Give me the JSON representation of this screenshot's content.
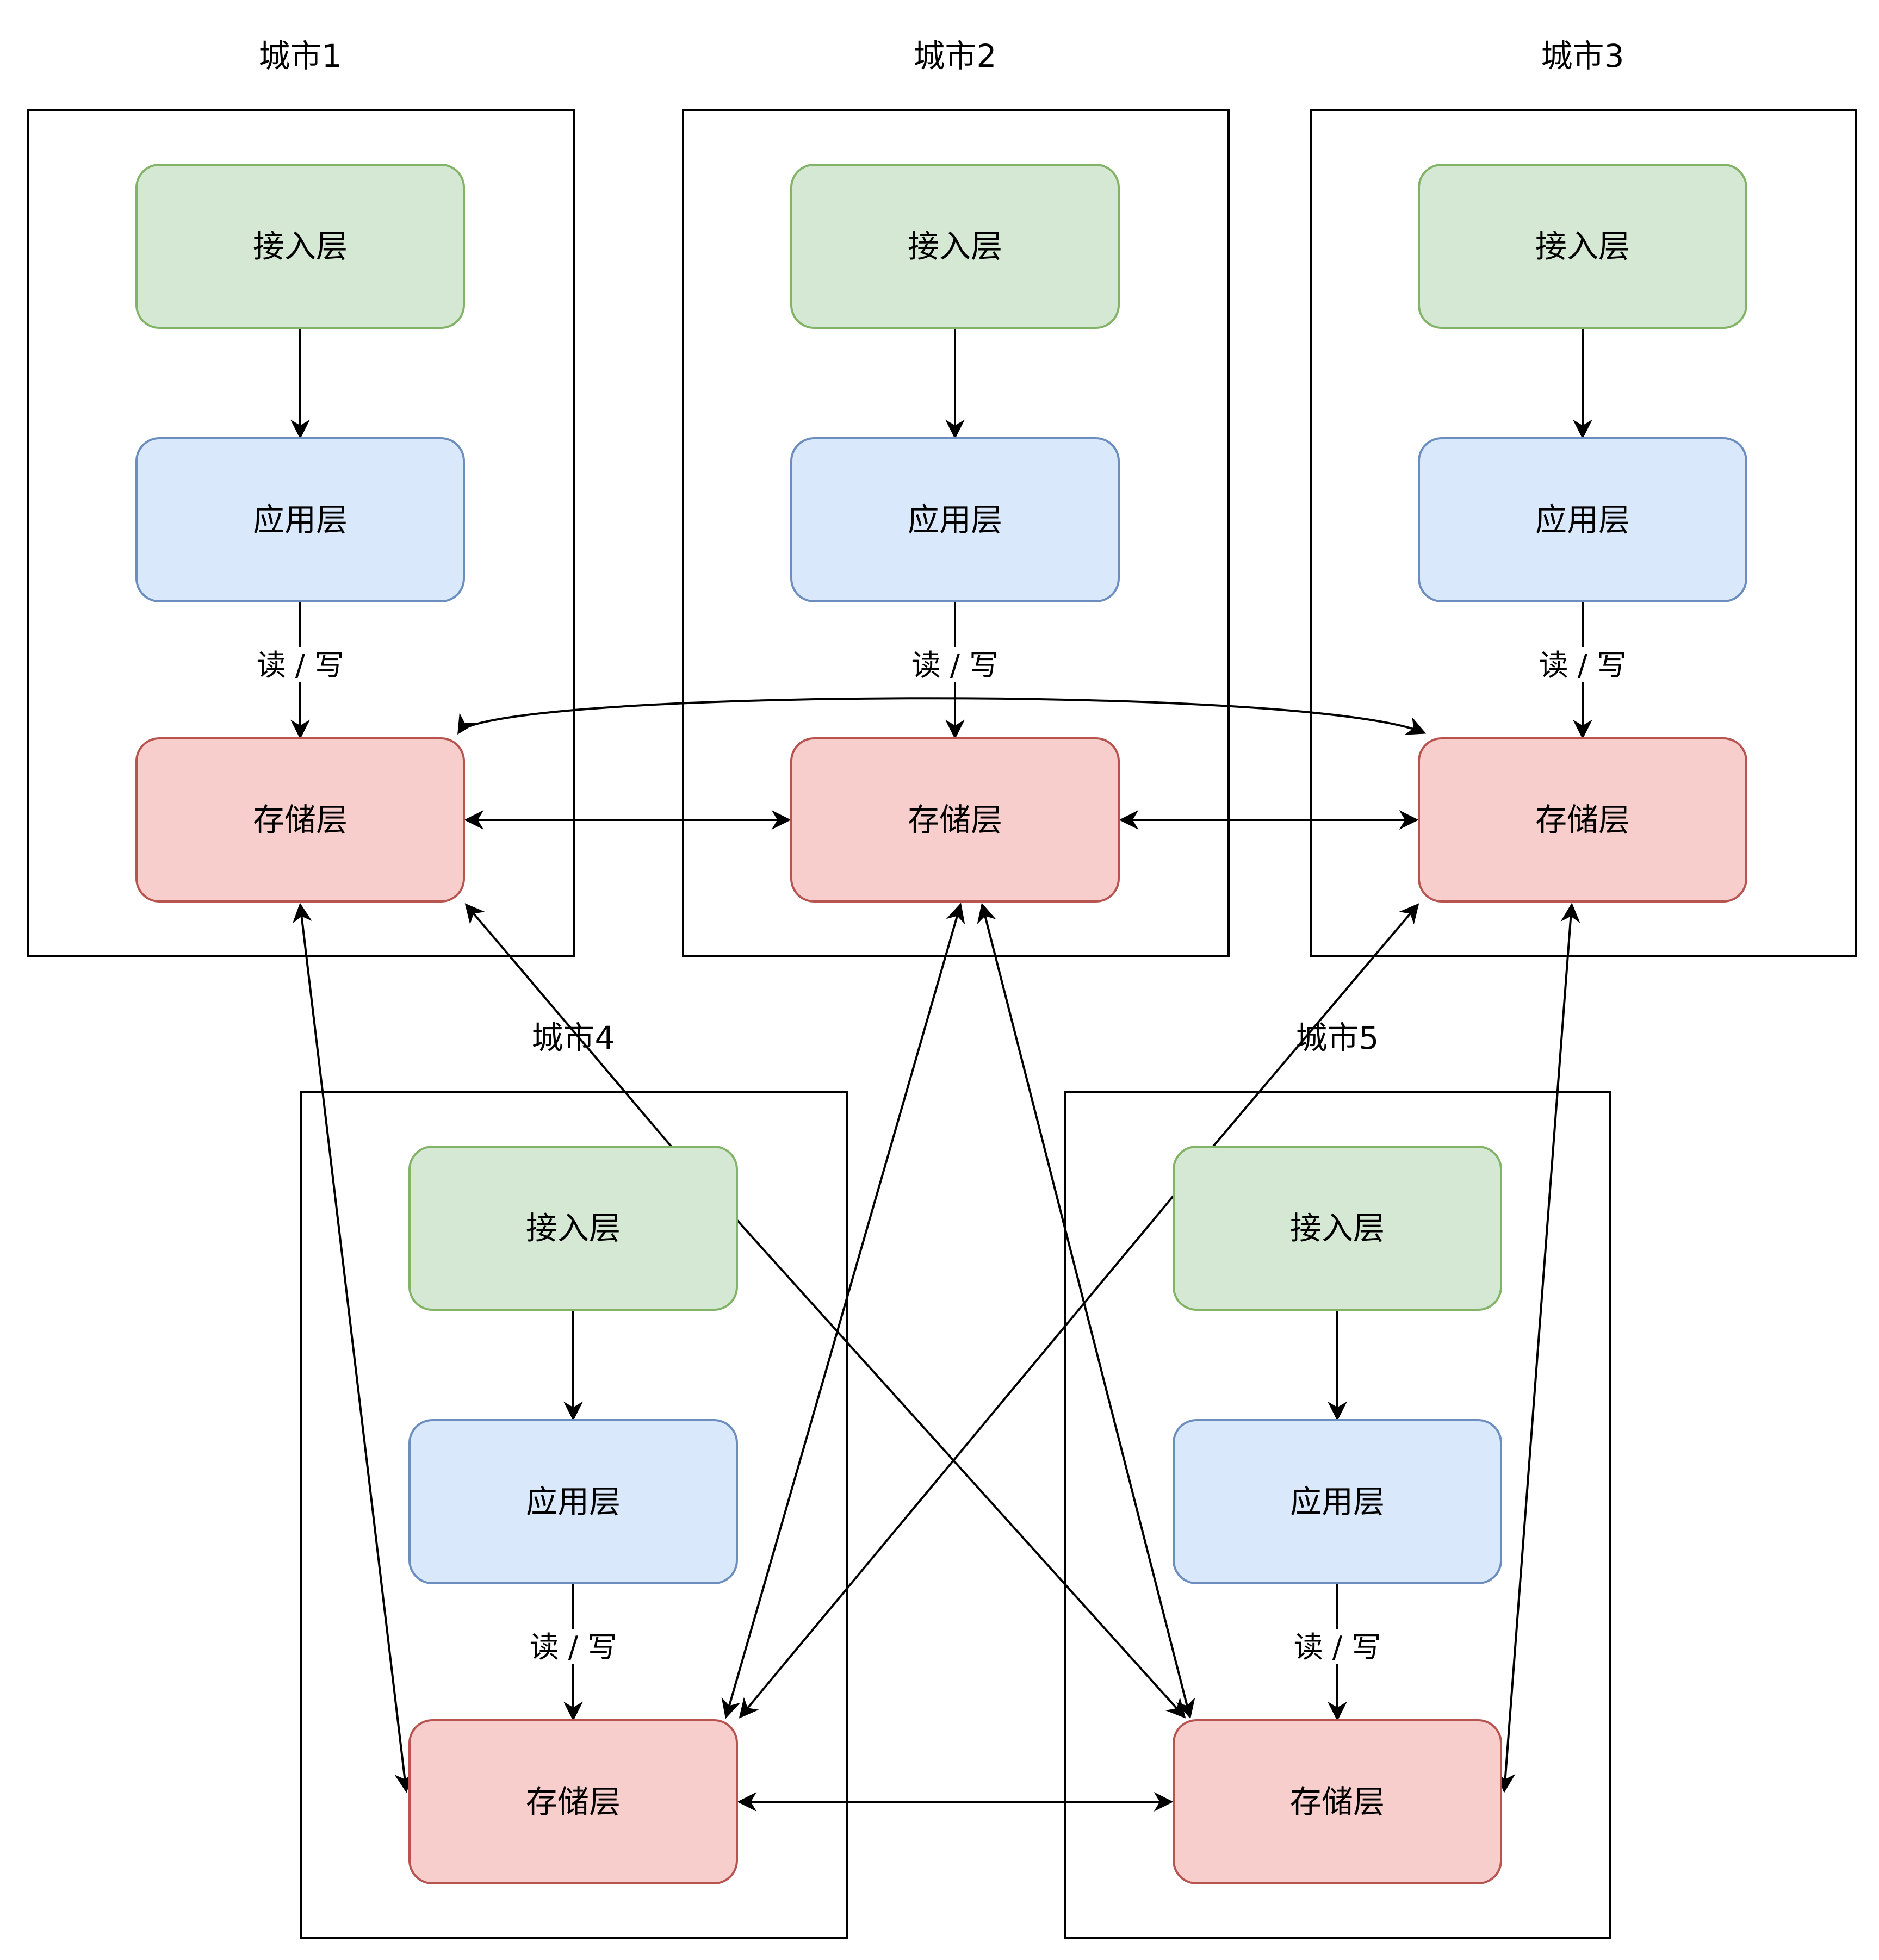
{
  "colors": {
    "access_fill": "#d5e8d4",
    "access_stroke": "#82b366",
    "app_fill": "#dae8fc",
    "app_stroke": "#6c8ebf",
    "storage_fill": "#f8cecc",
    "storage_stroke": "#b85450",
    "line": "#000000"
  },
  "labels": {
    "access": "接入层",
    "app": "应用层",
    "storage": "存储层",
    "read_write": "读 / 写"
  },
  "cities": [
    {
      "id": "city1",
      "name": "城市1"
    },
    {
      "id": "city2",
      "name": "城市2"
    },
    {
      "id": "city3",
      "name": "城市3"
    },
    {
      "id": "city4",
      "name": "城市4"
    },
    {
      "id": "city5",
      "name": "城市5"
    }
  ],
  "links": [
    {
      "from": "city1",
      "to": "city2",
      "kind": "storage-storage",
      "direction": "both"
    },
    {
      "from": "city2",
      "to": "city3",
      "kind": "storage-storage",
      "direction": "both"
    },
    {
      "from": "city4",
      "to": "city5",
      "kind": "storage-storage",
      "direction": "both"
    },
    {
      "from": "city1",
      "to": "city3",
      "kind": "storage-storage",
      "direction": "both"
    },
    {
      "from": "city1",
      "to": "city4",
      "kind": "storage-storage",
      "direction": "both"
    },
    {
      "from": "city4",
      "to": "city1",
      "kind": "access-storage",
      "direction": "one-way"
    },
    {
      "from": "city4",
      "to": "city5",
      "kind": "access-storage",
      "direction": "one-way"
    },
    {
      "from": "city5",
      "to": "city3",
      "kind": "access-storage",
      "direction": "one-way"
    },
    {
      "from": "city5",
      "to": "city4",
      "kind": "access-storage",
      "direction": "one-way"
    },
    {
      "from": "city2",
      "to": "city4",
      "kind": "storage-storage",
      "direction": "both"
    },
    {
      "from": "city2",
      "to": "city5",
      "kind": "storage-storage",
      "direction": "both"
    },
    {
      "from": "city3",
      "to": "city5",
      "kind": "storage-storage",
      "direction": "both"
    }
  ]
}
